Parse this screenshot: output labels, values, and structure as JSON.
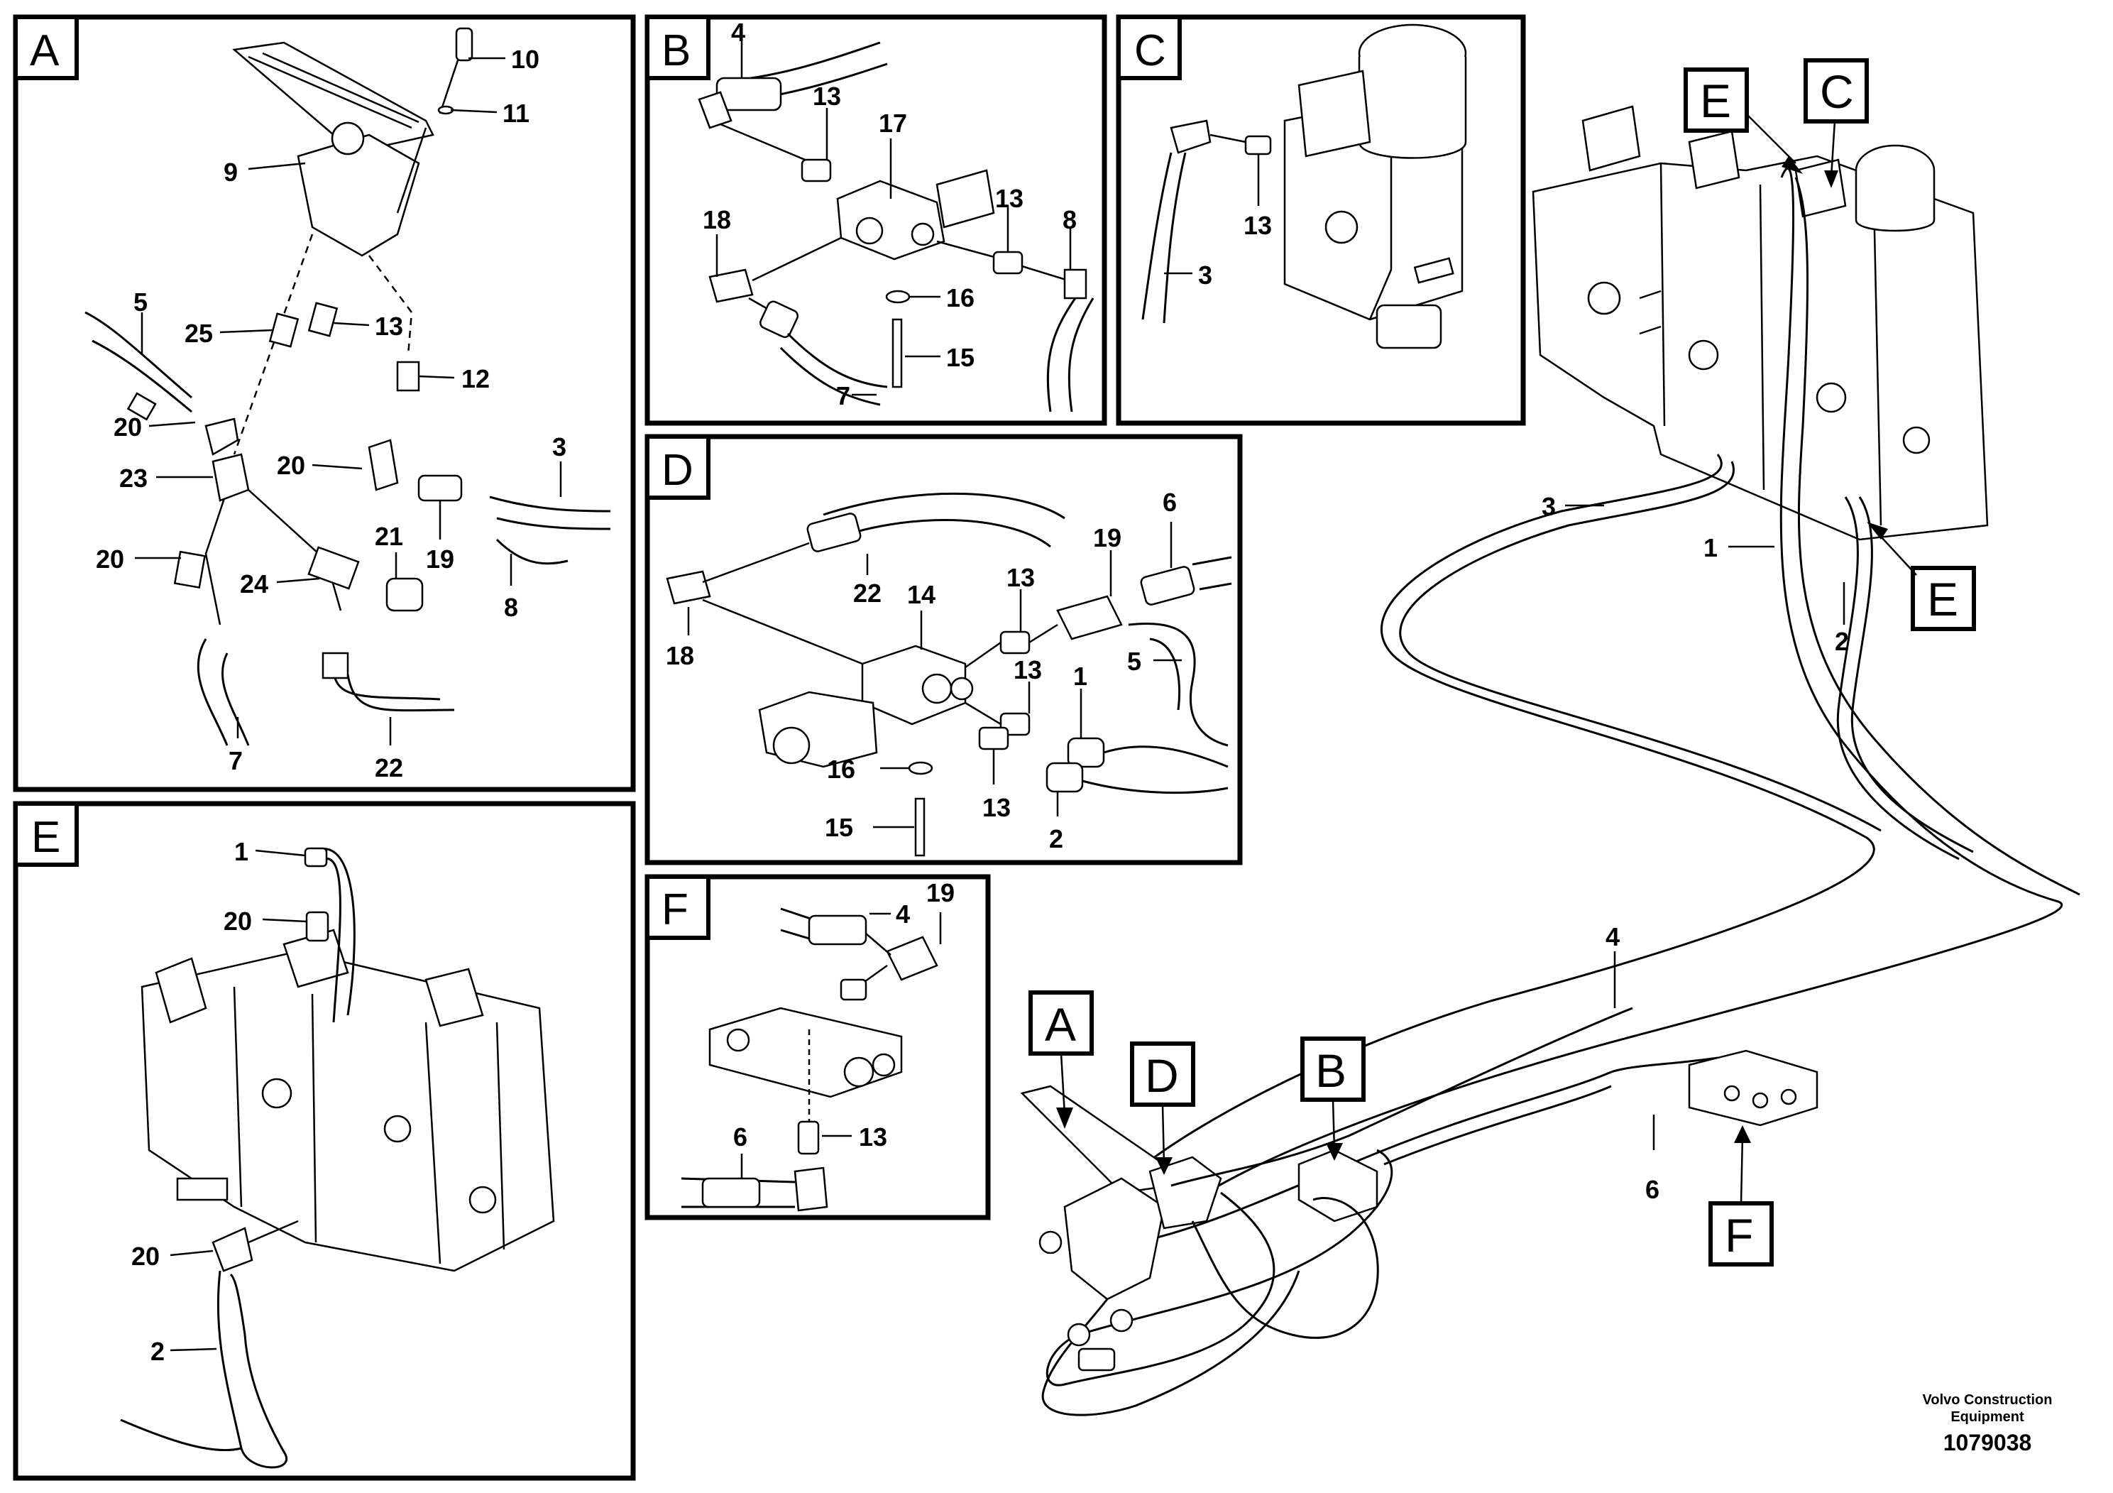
{
  "panels": {
    "A": {
      "tag": "A",
      "callouts": {
        "c10": "10",
        "c11": "11",
        "c9": "9",
        "c5": "5",
        "c25": "25",
        "c13": "13",
        "c12": "12",
        "c20a": "20",
        "c20b": "20",
        "c20c": "20",
        "c23": "23",
        "c3": "3",
        "c21": "21",
        "c19": "19",
        "c8": "8",
        "c24": "24",
        "c7": "7",
        "c22": "22"
      }
    },
    "B": {
      "tag": "B",
      "callouts": {
        "c4": "4",
        "c13a": "13",
        "c17": "17",
        "c13b": "13",
        "c18": "18",
        "c8": "8",
        "c16": "16",
        "c15": "15",
        "c7": "7"
      }
    },
    "C": {
      "tag": "C",
      "callouts": {
        "c13": "13",
        "c3": "3"
      }
    },
    "D": {
      "tag": "D",
      "callouts": {
        "c6": "6",
        "c19": "19",
        "c22": "22",
        "c14": "14",
        "c13a": "13",
        "c13b": "13",
        "c13c": "13",
        "c1": "1",
        "c5": "5",
        "c18": "18",
        "c16": "16",
        "c15": "15",
        "c2": "2"
      }
    },
    "E": {
      "tag": "E",
      "callouts": {
        "c1": "1",
        "c20a": "20",
        "c20b": "20",
        "c2": "2"
      }
    },
    "F": {
      "tag": "F",
      "callouts": {
        "c4": "4",
        "c19": "19",
        "c6": "6",
        "c13": "13"
      }
    }
  },
  "overview": {
    "tags": {
      "E_top": "E",
      "C_top": "C",
      "E_right": "E",
      "A": "A",
      "D": "D",
      "B": "B",
      "F": "F"
    },
    "callouts": {
      "c3": "3",
      "c1": "1",
      "c2": "2",
      "c4": "4",
      "c6": "6"
    }
  },
  "credit": {
    "line1": "Volvo Construction",
    "line2": "Equipment",
    "number": "1079038"
  }
}
